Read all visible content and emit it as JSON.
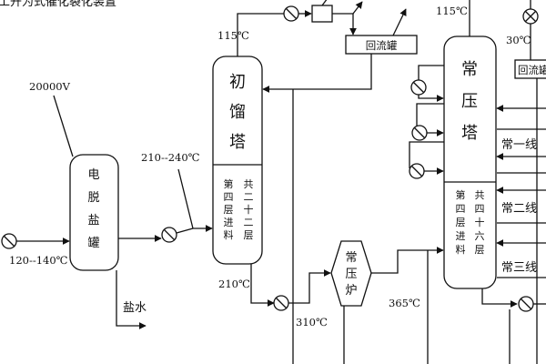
{
  "title": "工开为式催化裂化装置",
  "labels": {
    "voltage": "20000V",
    "temp_feed": "120--140℃",
    "temp_desalted": "210--240℃",
    "temp_top_pre": "115℃",
    "temp_top_atm": "115℃",
    "temp_reflux": "30℃",
    "temp_bottom_pre": "210℃",
    "temp_310": "310℃",
    "temp_furnace_out": "365℃",
    "salt_water": "盐水"
  },
  "vessels": {
    "desalter": [
      "电",
      "脱",
      "盐",
      "罐"
    ],
    "pre_tower": [
      "初",
      "馏",
      "塔"
    ],
    "pre_tower_feed_left": [
      "第",
      "四",
      "层",
      "进",
      "料"
    ],
    "pre_tower_feed_right": [
      "共",
      "二",
      "十",
      "二",
      "层"
    ],
    "atm_tower": [
      "常",
      "压",
      "塔"
    ],
    "atm_tower_feed_left": [
      "第",
      "四",
      "层",
      "进",
      "料"
    ],
    "atm_tower_feed_right": [
      "共",
      "四",
      "十",
      "六",
      "层"
    ],
    "furnace": [
      "常",
      "压",
      "炉"
    ],
    "reflux_drum_1": "回流罐",
    "reflux_drum_2": "回流罐"
  },
  "side_draws": [
    "常一线",
    "常二线",
    "常三线"
  ]
}
